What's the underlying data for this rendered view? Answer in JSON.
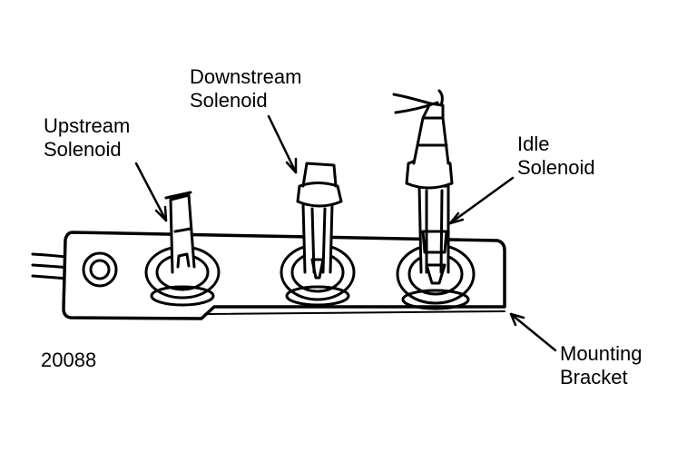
{
  "labels": {
    "downstream": {
      "line1": "Downstream",
      "line2": "Solenoid"
    },
    "upstream": {
      "line1": "Upstream",
      "line2": "Solenoid"
    },
    "idle": {
      "line1": "Idle",
      "line2": "Solenoid"
    },
    "bracket": {
      "line1": "Mounting",
      "line2": "Bracket"
    },
    "figure_number": "20088"
  },
  "colors": {
    "ink": "#000000",
    "paper": "#ffffff"
  }
}
